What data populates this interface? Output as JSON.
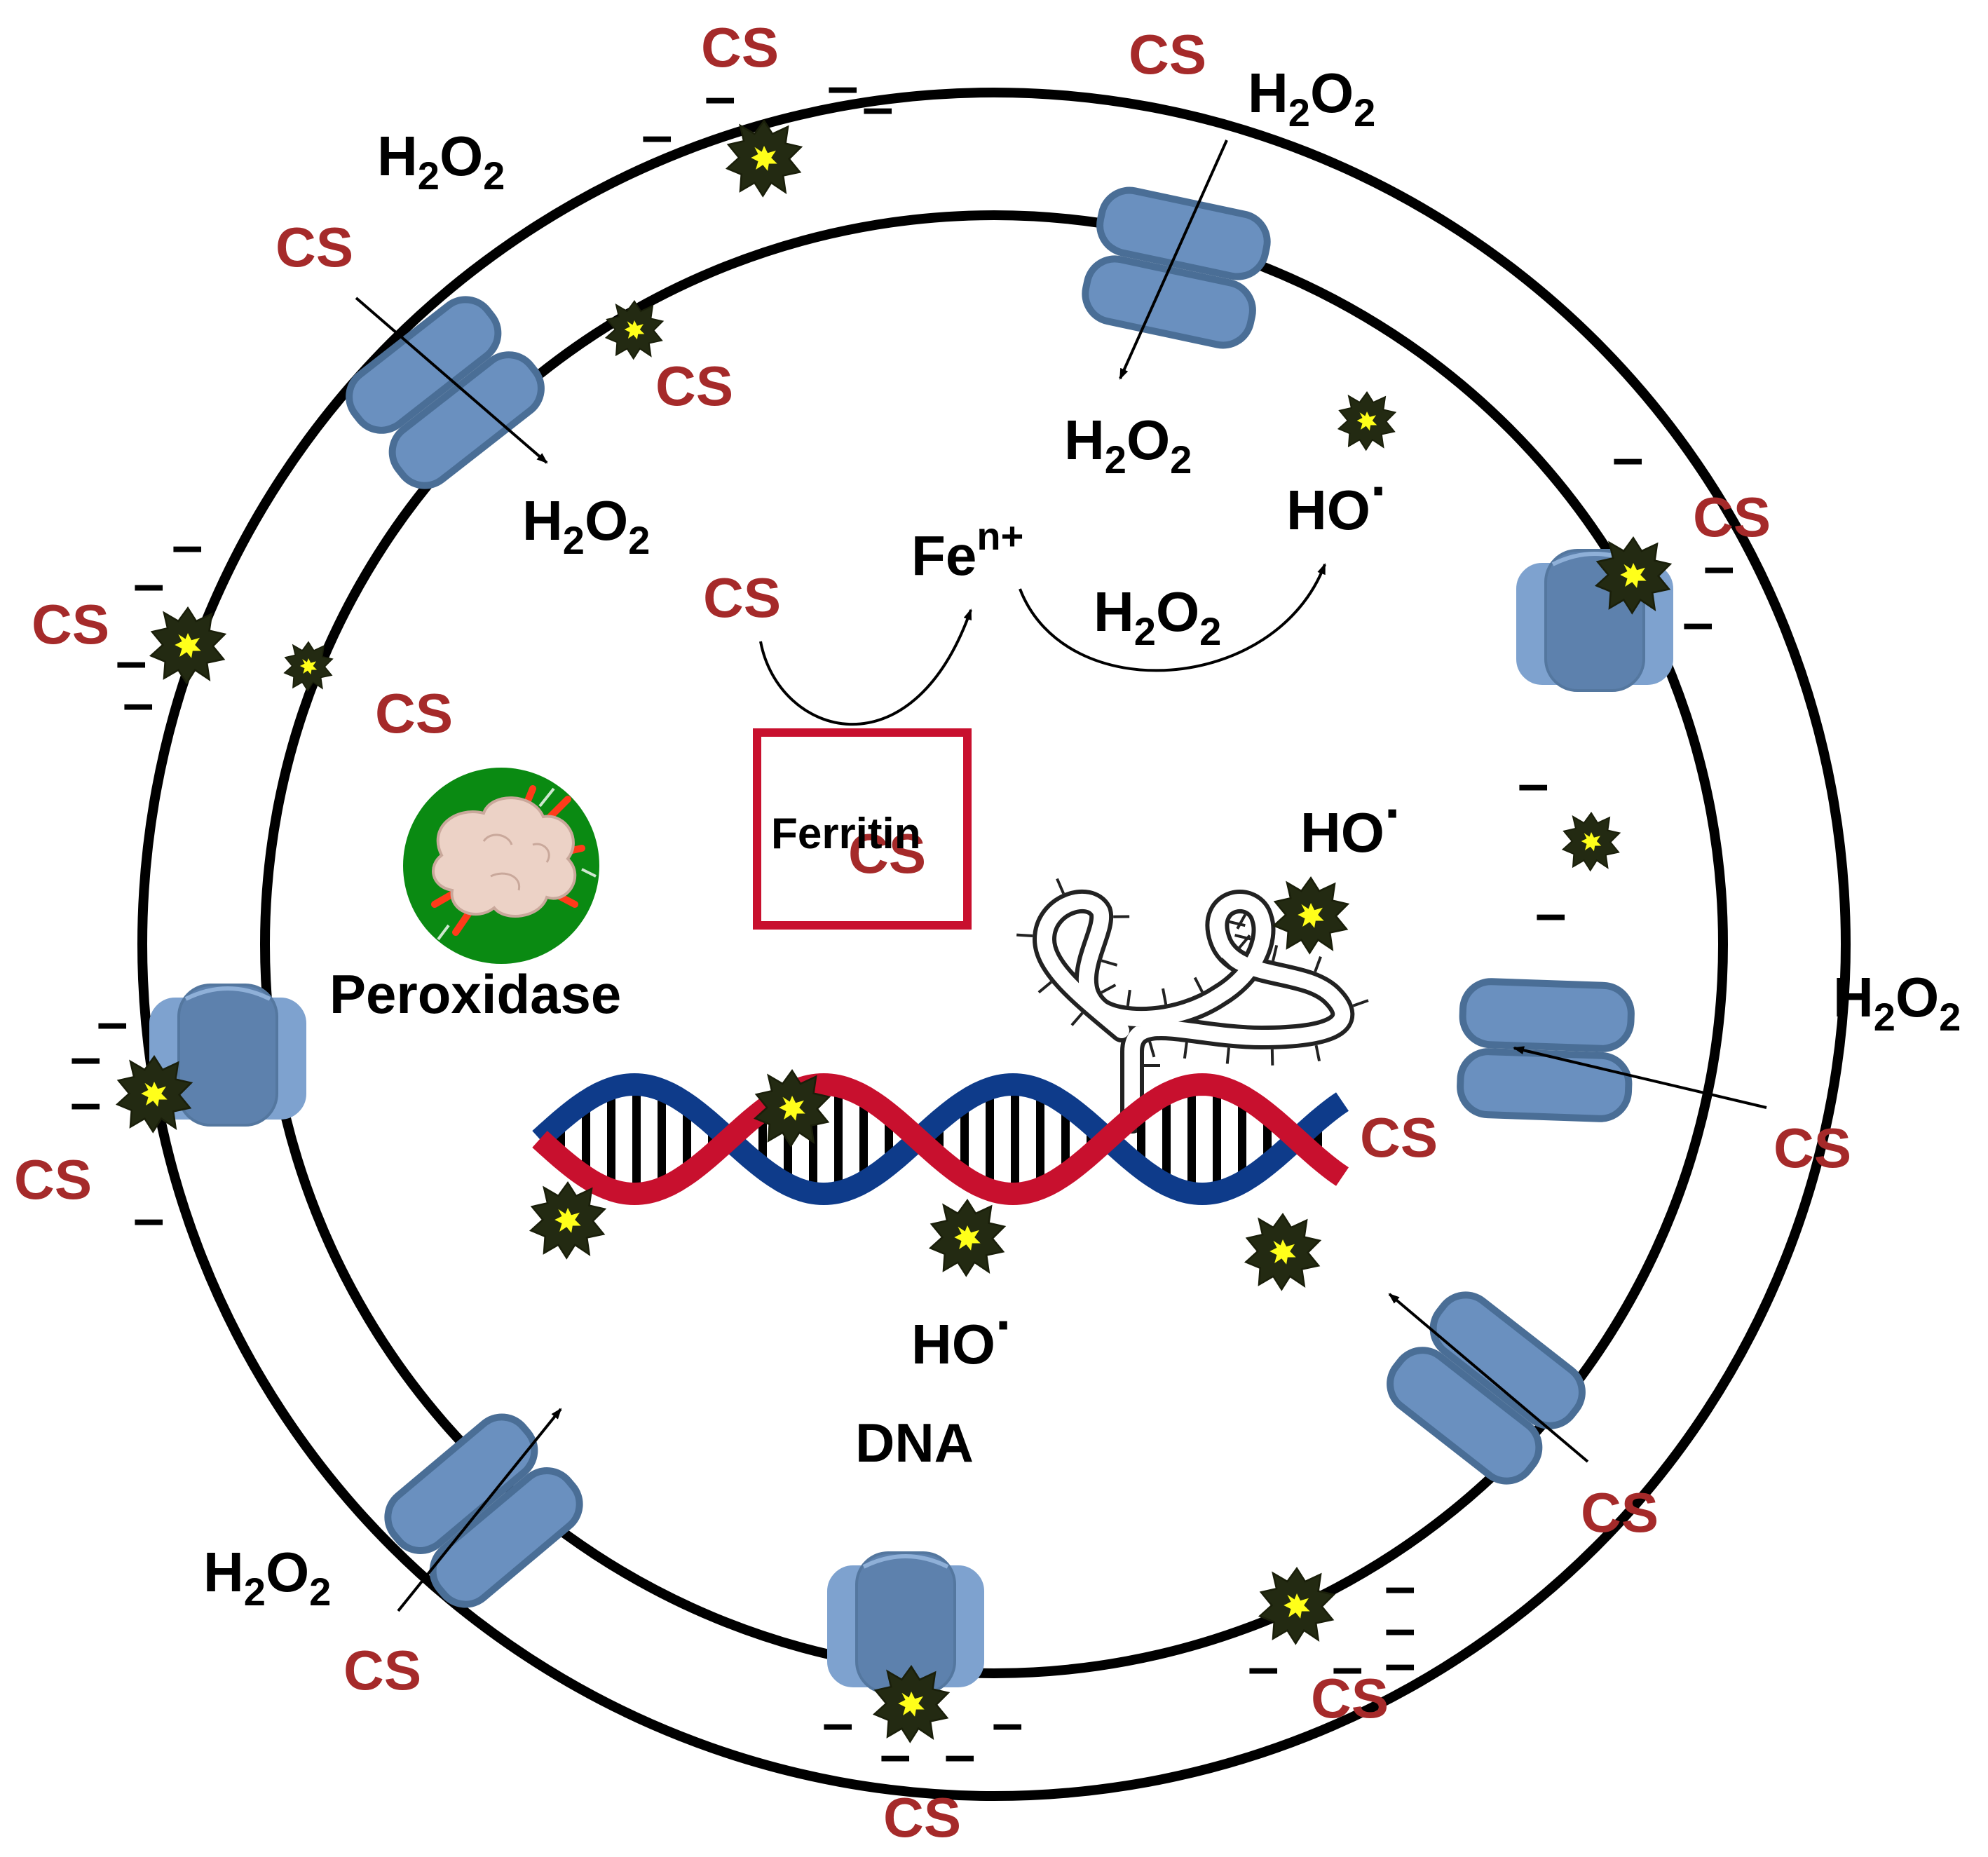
{
  "labels": {
    "cs": "CS",
    "h2o2_main": "H",
    "h2o2_sub1": "2",
    "h2o2_mid": "O",
    "h2o2_sub2": "2",
    "hydroxyl": "HO",
    "hydroxyl_dot": "·",
    "iron_main": "Fe",
    "iron_sup": "n+",
    "ferritin": "Ferritin",
    "peroxidase": "Peroxidase",
    "dna": "DNA",
    "minus": "–"
  },
  "colors": {
    "cs_text": "#a52a2a",
    "membrane": "#000000",
    "channel_fill": "#6a90bf",
    "channel_stroke": "#4a6e96",
    "burst_fill": "#232a12",
    "burst_core": "#ffff1a",
    "ferritin_box": "#c8102e",
    "peroxidase_green": "#0a8a12",
    "dna_red": "#c8102e",
    "dna_blue": "#0e3b8a"
  },
  "icons": {
    "channel": "transmembrane-channel-icon",
    "burst": "chitosan-burst-icon",
    "peroxidase": "damaged-enzyme-icon",
    "rna": "rna-strand-icon",
    "dna": "dna-helix-icon"
  }
}
